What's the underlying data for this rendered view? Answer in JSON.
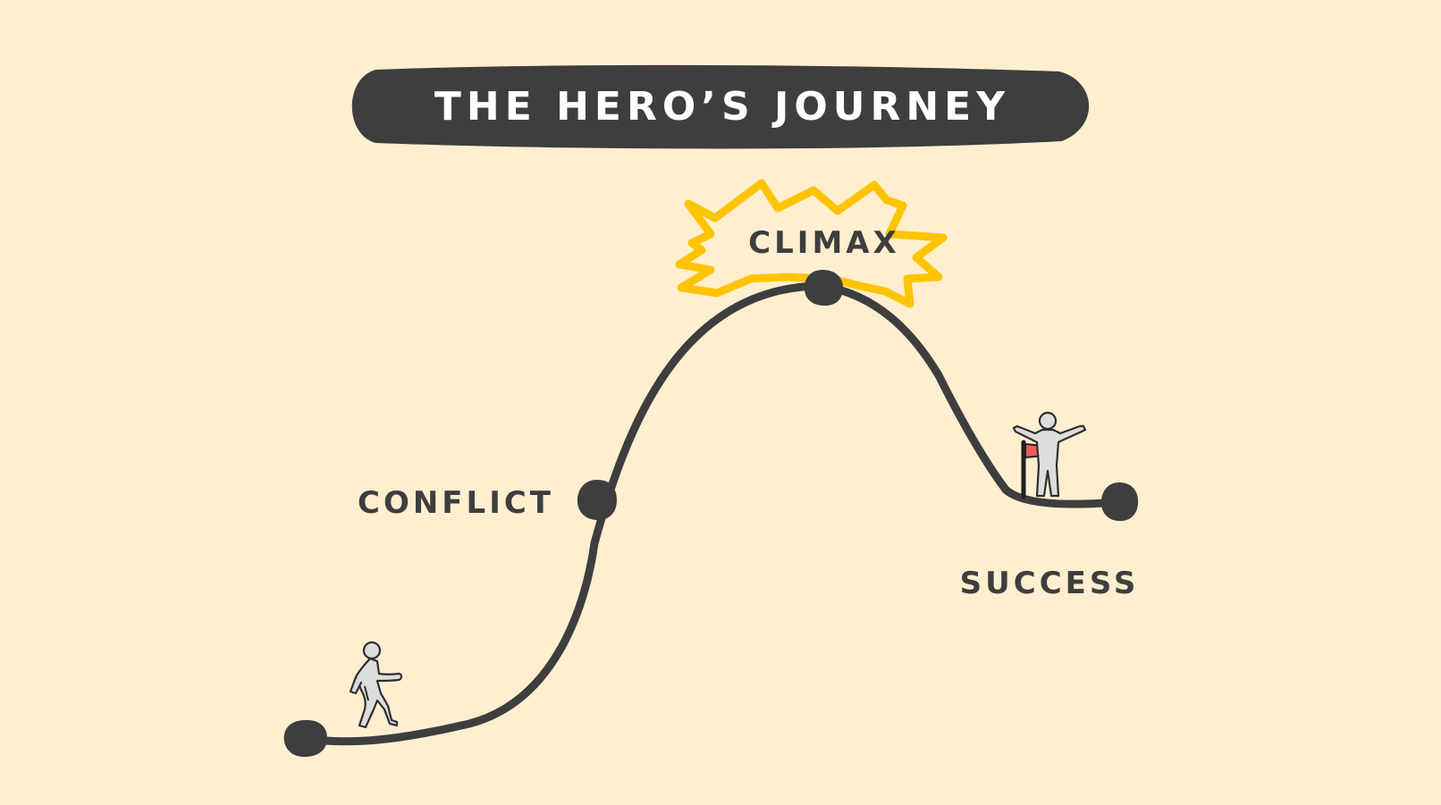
{
  "title": "THE HERO’S JOURNEY",
  "stages": {
    "conflict": "CONFLICT",
    "climax": "CLIMAX",
    "success": "SUCCESS"
  },
  "colors": {
    "background": "#FFEFD0",
    "ink": "#3E3E3E",
    "title_banner": "#3E3E3E",
    "title_text": "#FFFFFF",
    "burst": "#FFC400",
    "flag": "#F05A5A",
    "figure_fill": "#DDDDDD"
  },
  "icons": {
    "walker": "walking-figure-icon",
    "victor": "celebrating-figure-icon",
    "flag": "flag-icon",
    "burst": "starburst-icon"
  }
}
